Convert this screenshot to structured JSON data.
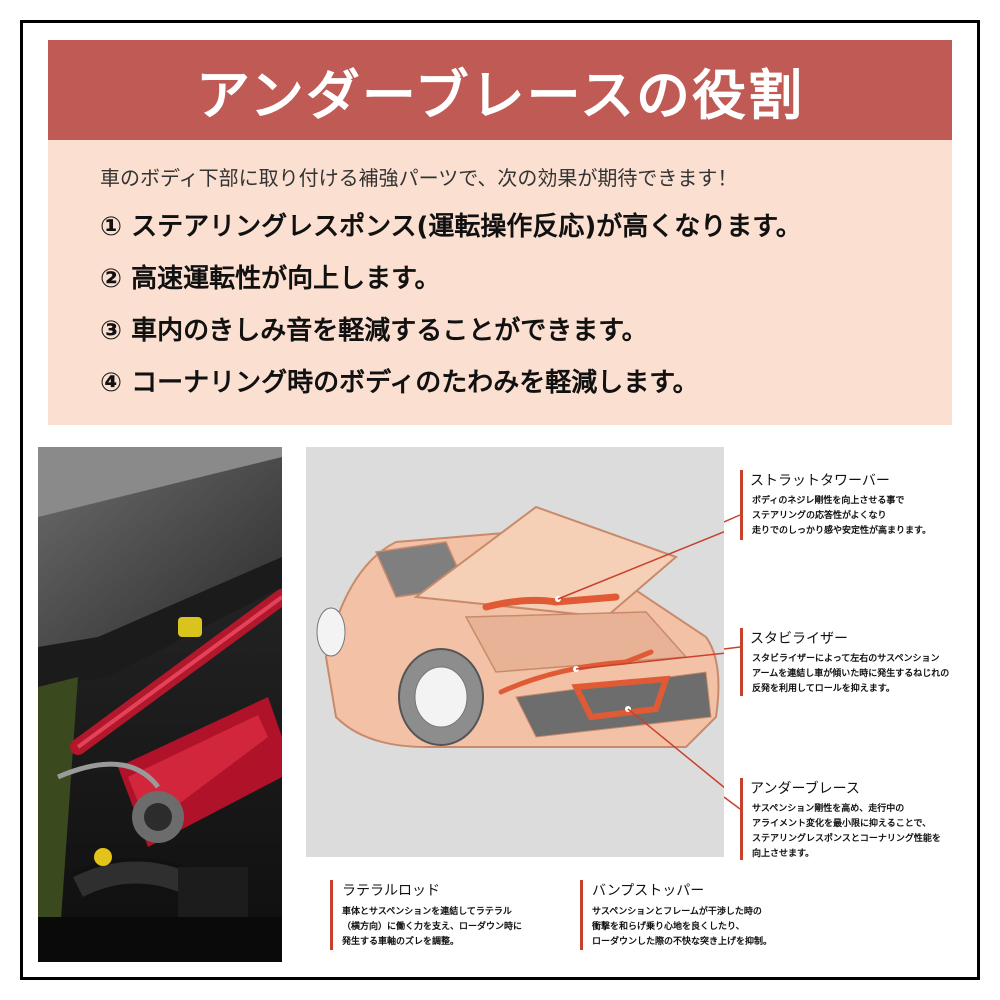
{
  "title": "アンダーブレースの役割",
  "intro": {
    "lead": "車のボディ下部に取り付ける補強パーツで、次の効果が期待できます！",
    "points": [
      "① ステアリングレスポンス(運転操作反応)が高くなります。",
      "② 高速運転性が向上します。",
      "③ 車内のきしみ音を軽減することができます。",
      "④ コーナリング時のボディのたわみを軽減します。"
    ]
  },
  "callouts": {
    "strut": {
      "title": "ストラットタワーバー",
      "desc": [
        "ボディのネジレ剛性を向上させる事で",
        "ステアリングの応答性がよくなり",
        "走りでのしっかり感や安定性が高まります。"
      ]
    },
    "stabilizer": {
      "title": "スタビライザー",
      "desc": [
        "スタビライザーによって左右のサスペンション",
        "アームを連結し車が傾いた時に発生するねじれの",
        "反発を利用してロールを抑えます。"
      ]
    },
    "underbrace": {
      "title": "アンダーブレース",
      "desc": [
        "サスペンション剛性を高め、走行中の",
        "アライメント変化を最小限に抑えることで、",
        "ステアリングレスポンスとコーナリング性能を",
        "向上させます。"
      ]
    },
    "lateral": {
      "title": "ラテラルロッド",
      "desc": [
        "車体とサスペンションを連結してラテラル",
        "（横方向）に働く力を支え、ローダウン時に",
        "発生する車軸のズレを調整。"
      ]
    },
    "bump": {
      "title": "バンプストッパー",
      "desc": [
        "サスペンションとフレームが干渉した時の",
        "衝撃を和らげ乗り心地を良くしたり、",
        "ローダウンした際の不快な突き上げを抑制。"
      ]
    }
  },
  "colors": {
    "title_band": "#c05a54",
    "intro_bg": "#fbe0d1",
    "accent_red": "#c8412d",
    "car_body": "#f3c2a6"
  }
}
